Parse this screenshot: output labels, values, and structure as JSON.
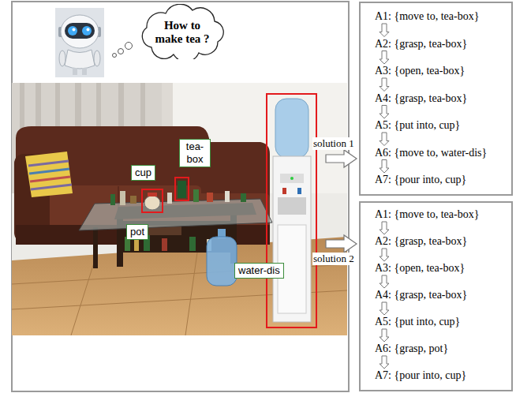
{
  "diagram": {
    "nodes": [
      {
        "text": [
          "How to make tea ?"
        ]
      },
      {
        "text": [
          "tea-box"
        ]
      },
      {
        "text": [
          "cup"
        ]
      },
      {
        "text": [
          "pot"
        ]
      },
      {
        "text": [
          "water-dis"
        ]
      },
      {
        "text": [
          "solution 1"
        ]
      },
      {
        "text": [
          "A1: {move to, tea-box}"
        ],
        "in": 5
      },
      {
        "text": [
          "A2: {grasp, tea-box}"
        ],
        "in": 5
      },
      {
        "text": [
          "A3: {open, tea-box}"
        ],
        "in": 5
      },
      {
        "text": [
          "A4: {grasp, tea-box}"
        ],
        "in": 5
      },
      {
        "text": [
          "A5: {put into, cup}"
        ],
        "in": 5
      },
      {
        "text": [
          "A6: {move to, water-dis}"
        ],
        "in": 5
      },
      {
        "text": [
          "A7: {pour into, cup}"
        ],
        "in": 5
      },
      {
        "text": [
          "solution 2"
        ]
      },
      {
        "text": [
          "A1: {move to, tea-box}"
        ],
        "in": 13
      },
      {
        "text": [
          "A2: {grasp, tea-box}"
        ],
        "in": 13
      },
      {
        "text": [
          "A3: {open, tea-box}"
        ],
        "in": 13
      },
      {
        "text": [
          "A4: {grasp, tea-box}"
        ],
        "in": 13
      },
      {
        "text": [
          "A5: {put into, cup}"
        ],
        "in": 13
      },
      {
        "text": [
          "A6: {grasp, pot}"
        ],
        "in": 13
      },
      {
        "text": [
          "A7: {pour into, cup}"
        ],
        "in": 13
      }
    ],
    "edges": [
      {
        "from": 6,
        "to": 7,
        "arrow": "to"
      },
      {
        "from": 7,
        "to": 8,
        "arrow": "to"
      },
      {
        "from": 8,
        "to": 9,
        "arrow": "to"
      },
      {
        "from": 9,
        "to": 10,
        "arrow": "to"
      },
      {
        "from": 10,
        "to": 11,
        "arrow": "to"
      },
      {
        "from": 11,
        "to": 12,
        "arrow": "to"
      },
      {
        "from": 14,
        "to": 15,
        "arrow": "to"
      },
      {
        "from": 15,
        "to": 16,
        "arrow": "to"
      },
      {
        "from": 16,
        "to": 17,
        "arrow": "to"
      },
      {
        "from": 17,
        "to": 18,
        "arrow": "to"
      },
      {
        "from": 18,
        "to": 19,
        "arrow": "to"
      },
      {
        "from": 19,
        "to": 20,
        "arrow": "to"
      }
    ]
  }
}
